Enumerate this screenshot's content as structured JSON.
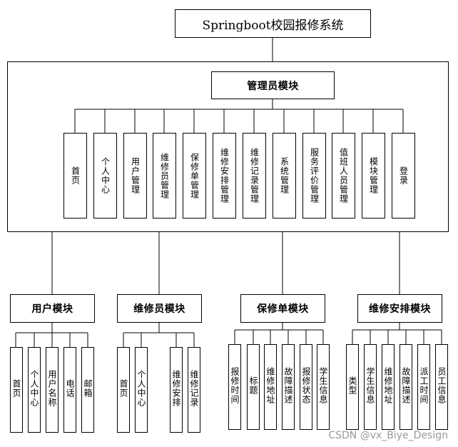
{
  "title": "Springboot校园报修系统",
  "admin": {
    "label": "管理员模块",
    "items": [
      "首页",
      "个人中心",
      "用户管理",
      "维修员管理",
      "保修单管理",
      "维修安排管理",
      "维修记录管理",
      "系统管理",
      "服务评价管理",
      "值班人员管理",
      "模块管理",
      "登录"
    ]
  },
  "modules": [
    {
      "label": "用户模块",
      "items": [
        "首页",
        "个人中心",
        "用户名称",
        "电话",
        "邮箱"
      ]
    },
    {
      "label": "维修员模块",
      "items": [
        "首页",
        "个人中心",
        "维修安排",
        "维修记录"
      ]
    },
    {
      "label": "保修单模块",
      "items": [
        "报修时间",
        "标题",
        "维修地址",
        "故障描述",
        "报修状态",
        "学生信息"
      ]
    },
    {
      "label": "维修安排模块",
      "items": [
        "类型",
        "学生信息",
        "维修地址",
        "故障描述",
        "派工时间",
        "员工信息"
      ]
    }
  ],
  "watermark": "CSDN @vx_Biye_Design"
}
